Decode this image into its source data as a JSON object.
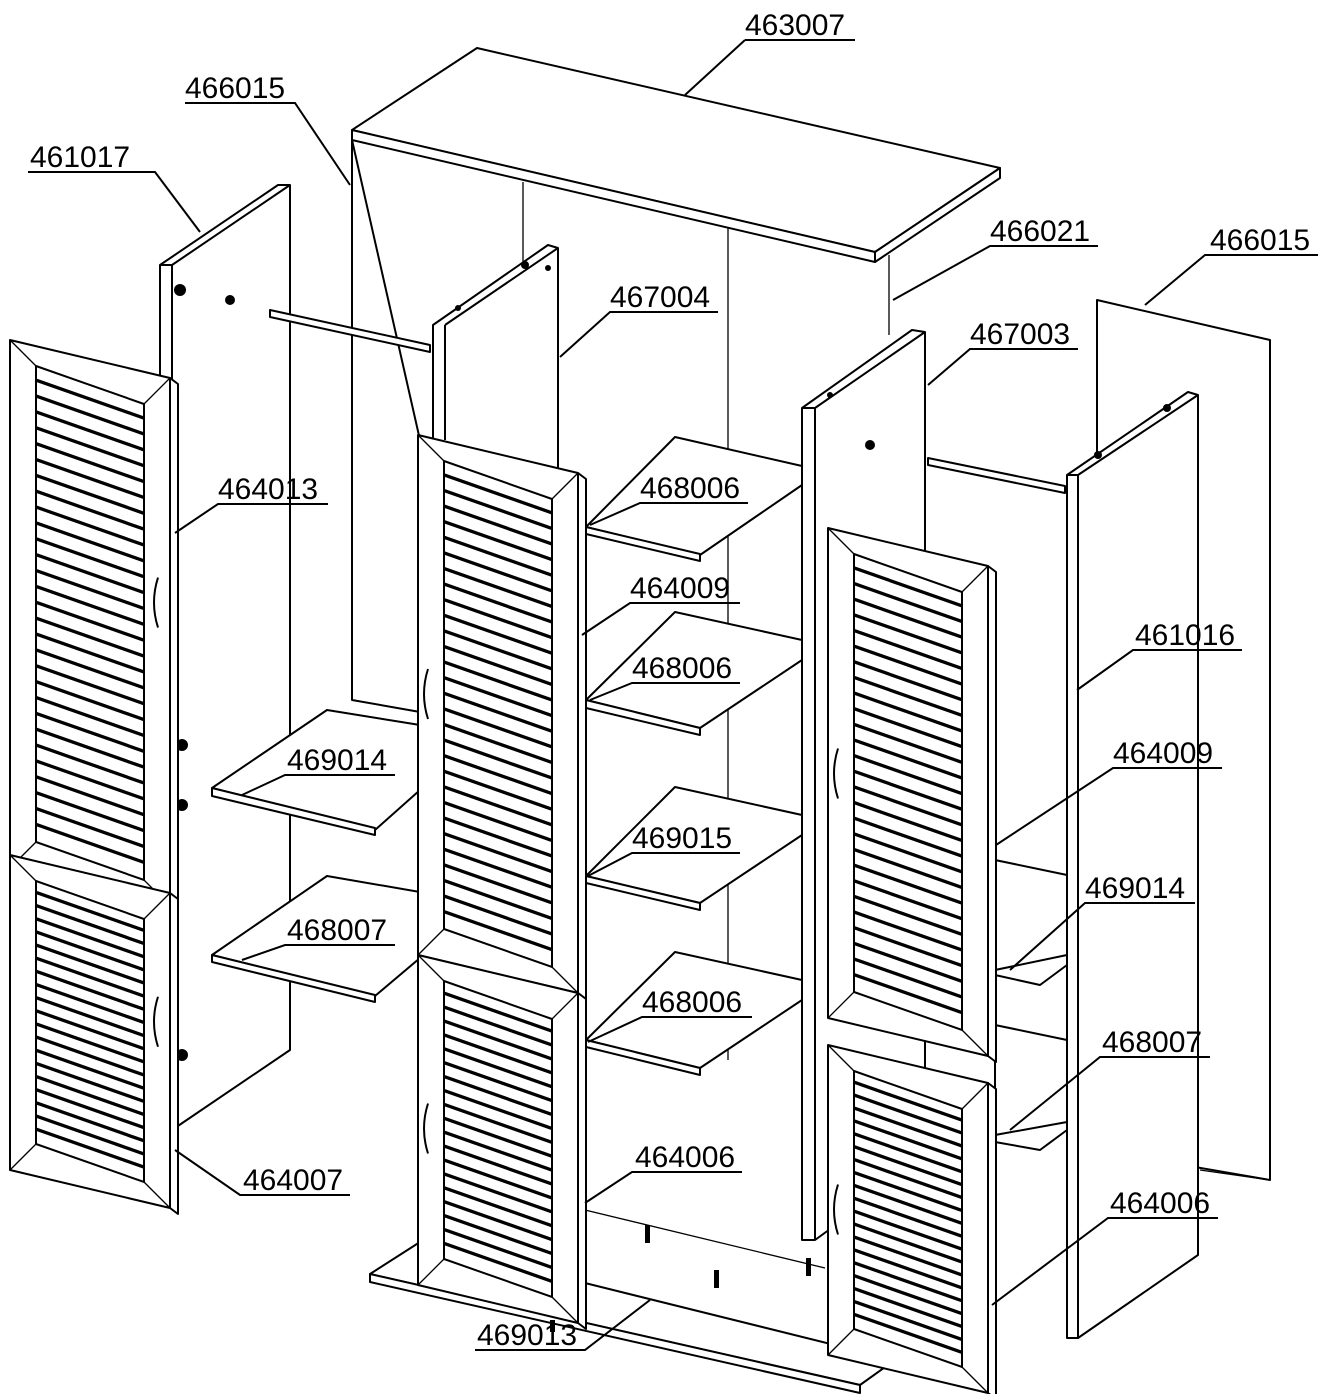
{
  "labels": {
    "top": "463007",
    "back_left": "466015",
    "side_left": "461017",
    "divider_right_top": "466021",
    "back_right": "466015",
    "divider_middle": "467004",
    "divider_right": "467003",
    "door_left": "464013",
    "shelf_mid_1": "468006",
    "door_mid_upper": "464009",
    "shelf_mid_2": "468006",
    "side_right": "461016",
    "shelf_left_1": "469014",
    "door_right_upper": "464009",
    "shelf_mid_3": "469015",
    "shelf_right_1": "469014",
    "shelf_left_2": "468007",
    "shelf_mid_4": "468006",
    "shelf_right_2": "468007",
    "door_left_lower": "464007",
    "door_mid_lower": "464006",
    "door_right_lower": "464006",
    "base": "469013"
  }
}
